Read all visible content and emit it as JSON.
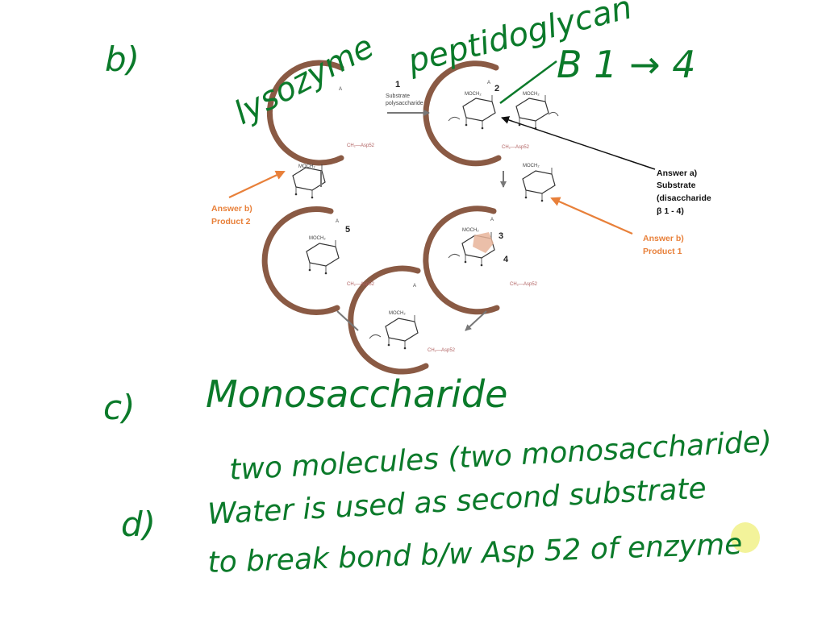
{
  "diagram": {
    "step1_number": "1",
    "step1_caption_1": "Substrate",
    "step1_caption_2": "polysaccharide",
    "step2": "2",
    "step3": "3",
    "step4": "4",
    "step5": "5",
    "answer_a": [
      "Answer a)",
      "Substrate",
      "(disaccharide",
      "β 1 - 4)"
    ],
    "answer_b_product1": [
      "Answer b)",
      "Product 1"
    ],
    "answer_b_product2": [
      "Answer b)",
      "Product 2"
    ],
    "asp52": "CH₂—Asp52",
    "moch": "MOCH₂",
    "a_label": "A"
  },
  "handwriting": {
    "b_label": "b)",
    "lysozyme": "lysozyme",
    "peptidoglycan": "peptidoglycan",
    "beta_bond": "B 1 → 4",
    "c_label": "c)",
    "c_line1": "Monosaccharide",
    "c_line2": "two molecules (two monosaccharide)",
    "d_label": "d)",
    "d_line1": "Water is used as second substrate",
    "d_line2": "to break bond b/w Asp 52 of enzyme"
  },
  "colors": {
    "ink_green": "#0b7a2a",
    "arc_brown": "#8a5a44",
    "answer_orange": "#e8803a",
    "highlight": "#f3f39a"
  }
}
